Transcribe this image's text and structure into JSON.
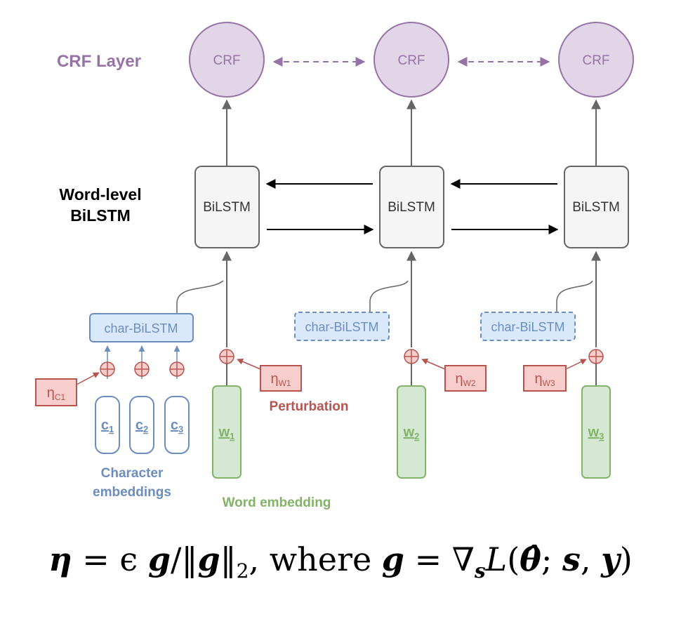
{
  "labels": {
    "crf_layer": "CRF Layer",
    "word_level_line1": "Word-level",
    "word_level_line2": "BiLSTM",
    "character_line1": "Character",
    "character_line2": "embeddings",
    "word_embedding": "Word embedding",
    "perturbation": "Perturbation"
  },
  "nodes": {
    "crf": "CRF",
    "bilstm": "BiLSTM",
    "char_bilstm": "char-BiLSTM",
    "plus": "+"
  },
  "char_embeddings": [
    {
      "letter": "c",
      "sub": "1"
    },
    {
      "letter": "c",
      "sub": "2"
    },
    {
      "letter": "c",
      "sub": "3"
    }
  ],
  "word_embeddings": [
    {
      "letter": "w",
      "sub": "1"
    },
    {
      "letter": "w",
      "sub": "2"
    },
    {
      "letter": "w",
      "sub": "3"
    }
  ],
  "perturbations": {
    "eta": "η",
    "char": "C1",
    "words": [
      "W1",
      "W2",
      "W3"
    ]
  },
  "formula": {
    "eta": "η",
    "eq1": " = ϵ ",
    "g1": "g",
    "slash": "/‖",
    "g2": "g",
    "norm_end": "‖",
    "norm_sub": "2",
    "comma": ",",
    "where": " where ",
    "g3": "g",
    "eq2": " = ∇",
    "s_sub": "s",
    "L": "L",
    "paren_open": "(",
    "theta": "θ̂",
    "semicolon": "; ",
    "s": "s",
    "comma2": ", ",
    "y": "y",
    "paren_close": ")"
  },
  "colors": {
    "crf_fill": "#e1d5e7",
    "crf_stroke": "#9673a6",
    "bilstm_fill": "#f5f5f5",
    "bilstm_stroke": "#666666",
    "char_fill": "#dae8fc",
    "char_stroke": "#6c8ebf",
    "word_fill": "#d5e8d4",
    "word_stroke": "#82b366",
    "perturb_fill": "#f8cecc",
    "perturb_stroke": "#b85450"
  }
}
